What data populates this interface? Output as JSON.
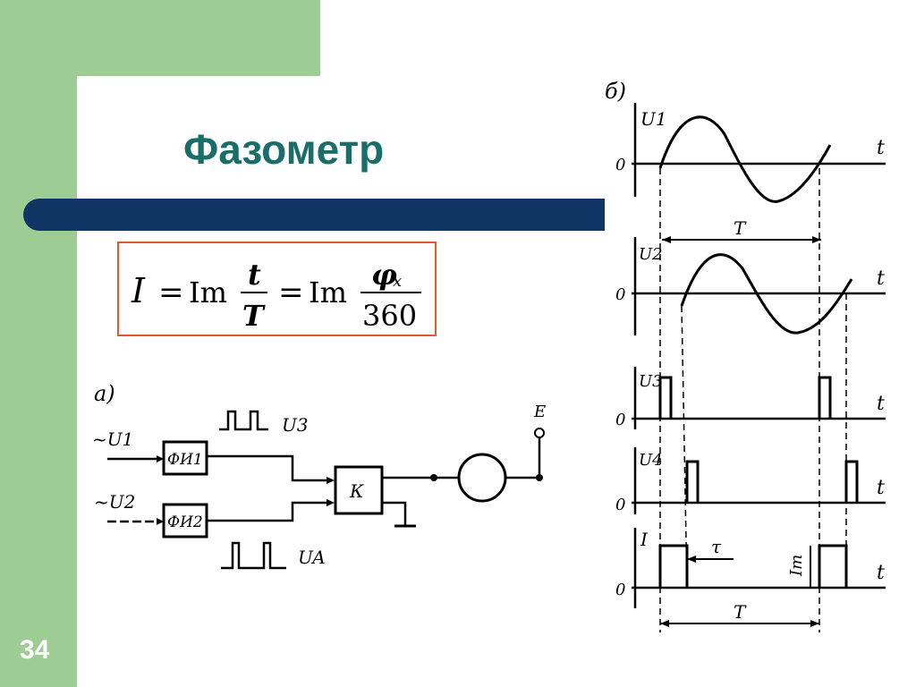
{
  "slide": {
    "title": "Фазометр",
    "page_number": "34"
  },
  "formula": {
    "lhs": "I",
    "eq1": "=",
    "im1": "Im",
    "frac1_num": "t",
    "frac1_den": "T",
    "eq2": "=",
    "im2": "Im",
    "frac2_num": "φ",
    "frac2_sub": "x",
    "frac2_den": "360"
  },
  "block_diagram": {
    "panel_label": "а)",
    "input1": "~U1",
    "input2": "~U2",
    "shaper1": "ФИ1",
    "shaper2": "ФИ2",
    "pulse1_label": "U3",
    "pulse2_label": "UA",
    "key_label": "К",
    "source_label": "E"
  },
  "timing_diagram": {
    "panel_label": "б)",
    "axis_labels": [
      "U1",
      "U2",
      "U3",
      "U4",
      "I"
    ],
    "zero_label": "0",
    "time_label": "t",
    "period_label": "T",
    "tau_label": "τ",
    "im_label": "Im"
  },
  "colors": {
    "green": "#9dcc95",
    "title": "#1a6e6a",
    "bar": "#0e3564",
    "formula_border": "#e05a2b"
  }
}
